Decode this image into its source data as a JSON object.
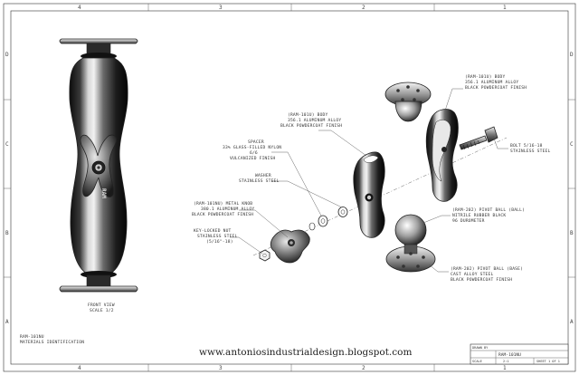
{
  "border": {
    "zones_top": [
      "4",
      "3",
      "2",
      "1"
    ],
    "zones_side": [
      "D",
      "C",
      "B",
      "A"
    ]
  },
  "callouts": {
    "body_center": [
      "(RAM-101U) BODY",
      "356.1 ALUMINUM ALLOY",
      "BLACK POWDERCOAT FINISH"
    ],
    "body_right": [
      "(RAM-101U) BODY",
      "356.1 ALUMINUM ALLOY",
      "BLACK POWDERCOAT FINISH"
    ],
    "spacer": [
      "SPACER",
      "33% GLASS-FILLED NYLON",
      "6/6",
      "VULCANIZED FINISH"
    ],
    "washer": [
      "WASHER",
      "STAINLESS STEEL"
    ],
    "knob": [
      "(RAM-101NU) METAL KNOB",
      "380.1 ALUMINUM ALLOY",
      "BLACK POWDERCOAT FINISH"
    ],
    "nut": [
      "KEY-LOCKED NUT",
      "STAINLESS STEEL",
      "(5/16\"-18)"
    ],
    "bolt": [
      "BOLT 5/16-18",
      "STAINLESS STEEL"
    ],
    "ball": [
      "(RAM-202) PIVOT BALL (BALL)",
      "NITRILE RUBBER BLACK",
      "96 DUROMETER"
    ],
    "plate": [
      "(RAM-202) PIVOT BALL (BASE)",
      "CAST ALLOY STEEL",
      "BLACK POWDERCOAT FINISH"
    ]
  },
  "front_view": {
    "knob_text": "RAM",
    "caption": [
      "FRONT VIEW",
      "SCALE 1/2"
    ]
  },
  "material_note": [
    "RAM-101NU",
    "MATERIALS IDENTIFICATION"
  ],
  "watermark": "www.antoniosindustrialdesign.blogspot.com",
  "title_block": {
    "drawn_by_label": "DRAWN BY",
    "part_number": "RAM-101NU",
    "scale_label": "SCALE",
    "scale_value": "2:1",
    "sheet_text": "SHEET 1 OF 1"
  }
}
